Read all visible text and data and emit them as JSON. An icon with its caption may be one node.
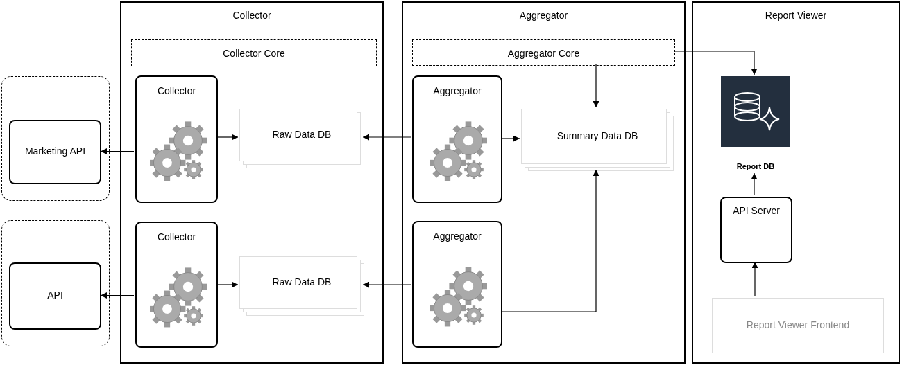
{
  "diagram": {
    "nodes": [
      {
        "text": [
          "Collector"
        ]
      },
      {
        "text": [
          "Collector Core"
        ],
        "in": 0
      },
      {
        "text": [
          "Collector"
        ],
        "in": 0
      },
      {
        "text": [
          "Raw Data DB"
        ],
        "in": 0
      },
      {
        "text": [
          "Collector"
        ],
        "in": 0
      },
      {
        "text": [
          "Raw Data DB"
        ],
        "in": 0
      },
      {
        "text": [
          "Aggregator"
        ]
      },
      {
        "text": [
          "Aggregator Core"
        ],
        "in": 6
      },
      {
        "text": [
          "Aggregator"
        ],
        "in": 6
      },
      {
        "text": [
          "Summary Data DB"
        ],
        "in": 6
      },
      {
        "text": [
          "Aggregator"
        ],
        "in": 6
      },
      {
        "text": [
          "Report Viewer"
        ]
      },
      {
        "text": [
          "Report DB"
        ],
        "in": 11
      },
      {
        "text": [
          "API Server"
        ],
        "in": 11
      },
      {
        "text": [
          "Report Viewer Frontend"
        ],
        "in": 11
      },
      {
        "text": [],
        "shape": "box"
      },
      {
        "text": [
          "Marketing API"
        ],
        "in": 15
      },
      {
        "text": [],
        "shape": "box"
      },
      {
        "text": [
          "API"
        ],
        "in": 17
      }
    ],
    "edges": [
      {
        "from": 2,
        "to": 16,
        "arrow": "to"
      },
      {
        "from": 2,
        "to": 3,
        "arrow": "to"
      },
      {
        "from": 4,
        "to": 18,
        "arrow": "to"
      },
      {
        "from": 4,
        "to": 5,
        "arrow": "to"
      },
      {
        "from": 8,
        "to": 3,
        "arrow": "to"
      },
      {
        "from": 8,
        "to": 9,
        "arrow": "to"
      },
      {
        "from": 10,
        "to": 5,
        "arrow": "to"
      },
      {
        "from": 10,
        "to": 9,
        "arrow": "to"
      },
      {
        "from": 7,
        "to": 9,
        "arrow": "to"
      },
      {
        "from": 7,
        "to": 12,
        "arrow": "to"
      },
      {
        "from": 13,
        "to": 12,
        "arrow": "to"
      },
      {
        "from": 14,
        "to": 13,
        "arrow": "to"
      }
    ]
  }
}
